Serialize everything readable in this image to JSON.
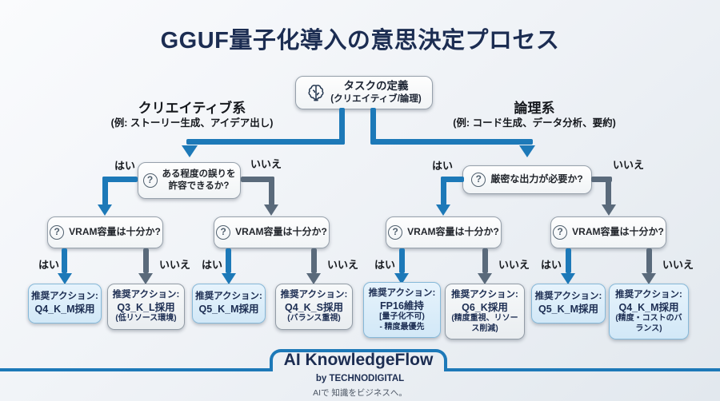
{
  "page_title": "GGUF量子化導入の意思決定プロセス",
  "icons": {
    "question_mark": "?"
  },
  "root": {
    "title": "タスクの定義",
    "subtitle": "(クリエイティブ/論理)"
  },
  "branch_left": {
    "name": "クリエイティブ系",
    "example": "(例: ストーリー生成、アイデア出し)",
    "question": "ある程度の誤りを\n許容できるか?"
  },
  "branch_right": {
    "name": "論理系",
    "example": "(例: コード生成、データ分析、要約)",
    "question": "厳密な出力が必要か?"
  },
  "answers": {
    "yes": "はい",
    "no": "いいえ"
  },
  "vram_question": "VRAM容量は十分か?",
  "actions": [
    {
      "heading": "推奨アクション:",
      "value": "Q4_K_M採用",
      "note": "",
      "style": "blue"
    },
    {
      "heading": "推奨アクション:",
      "value": "Q3_K_L採用",
      "note": "(低リソース環境)",
      "style": "gray"
    },
    {
      "heading": "推奨アクション:",
      "value": "Q5_K_M採用",
      "note": "",
      "style": "blue"
    },
    {
      "heading": "推奨アクション:",
      "value": "Q4_K_S採用",
      "note": "(バランス重視)",
      "style": "gray"
    },
    {
      "heading": "推奨アクション:",
      "value": "FP16維持",
      "note": "[量子化不可)\n- 精度最優先",
      "style": "blue"
    },
    {
      "heading": "推奨アクション:",
      "value": "Q6_K採用",
      "note": "(精度重視、リソース削減)",
      "style": "gray"
    },
    {
      "heading": "推奨アクション:",
      "value": "Q5_K_M採用",
      "note": "",
      "style": "blue"
    },
    {
      "heading": "推奨アクション:",
      "value": "Q4_K_M採用",
      "note": "(精度・コストのバランス)",
      "style": "blue"
    }
  ],
  "footer": {
    "brand": "AI KnowledgeFlow",
    "byline": "by TECHNODIGITAL",
    "tagline": "AIで 知識をビジネスへ。"
  },
  "colors": {
    "accent_blue": "#1d79b8",
    "slate_gray": "#5a6a7b",
    "navy_text": "#1c2d52",
    "blue_box_bg": "#d2e8f7",
    "blue_box_border": "#86b8d8",
    "gray_box_bg": "#e9edf0",
    "gray_box_border": "#929ca6"
  }
}
